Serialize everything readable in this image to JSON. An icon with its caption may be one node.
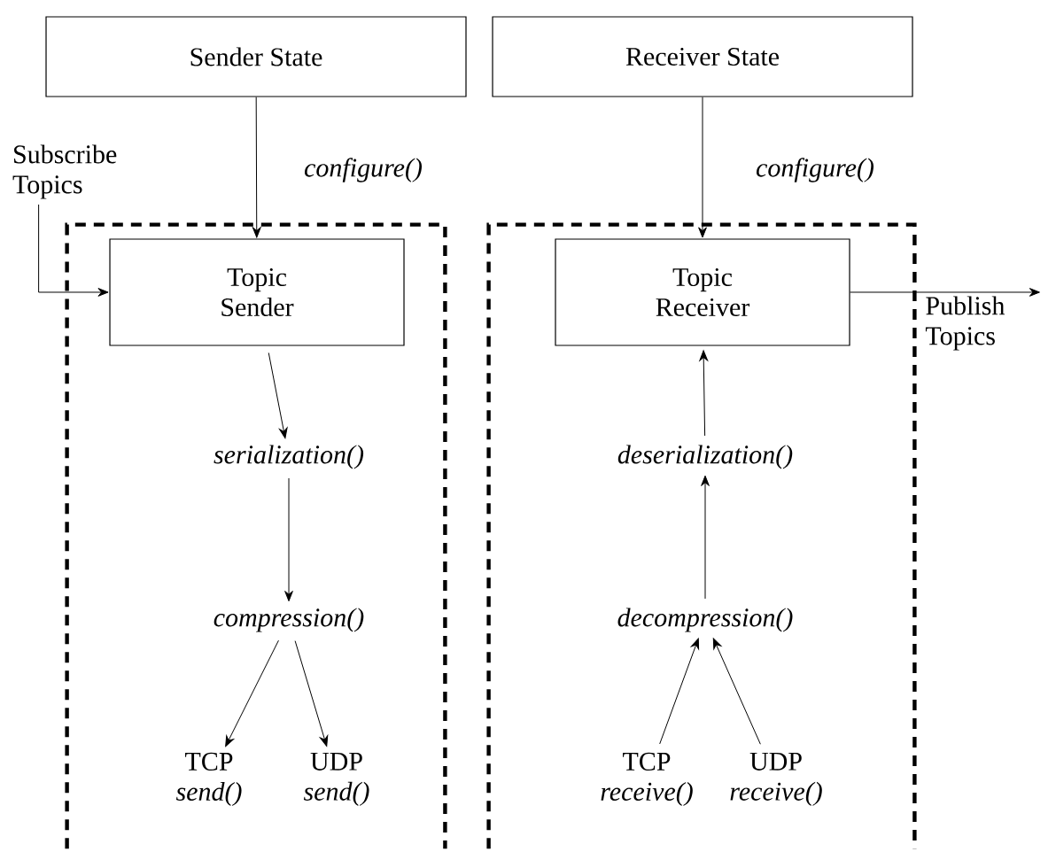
{
  "diagram": {
    "nodes": [
      {
        "text": [
          "Sender State"
        ]
      },
      {
        "text": [
          "Receiver State"
        ]
      },
      {
        "text": [],
        "shape": "box"
      },
      {
        "text": [],
        "shape": "box"
      },
      {
        "text": [
          "Subscribe Topics"
        ]
      },
      {
        "text": [
          "Topic Sender"
        ],
        "in": 2
      },
      {
        "text": [
          "serialization()"
        ],
        "in": 2
      },
      {
        "text": [
          "compression()"
        ],
        "in": 2
      },
      {
        "text": [
          "TCP",
          "send()"
        ],
        "in": 2
      },
      {
        "text": [
          "UDP",
          "send()"
        ],
        "in": 2
      },
      {
        "text": [
          "Topic Receiver"
        ],
        "in": 3
      },
      {
        "text": [
          "deserialization()"
        ],
        "in": 3
      },
      {
        "text": [
          "decompression()"
        ],
        "in": 3
      },
      {
        "text": [
          "TCP",
          "receive()"
        ],
        "in": 3
      },
      {
        "text": [
          "UDP",
          "receive()"
        ],
        "in": 3
      },
      {
        "text": [
          "Publish Topics"
        ]
      }
    ],
    "edges": [
      {
        "from": 0,
        "to": 5,
        "arrow": "to",
        "label": "configure()"
      },
      {
        "from": 1,
        "to": 10,
        "arrow": "to",
        "label": "configure()"
      },
      {
        "from": 4,
        "to": 5,
        "arrow": "to"
      },
      {
        "from": 5,
        "to": 6,
        "arrow": "to"
      },
      {
        "from": 6,
        "to": 7,
        "arrow": "to"
      },
      {
        "from": 7,
        "to": 8,
        "arrow": "to"
      },
      {
        "from": 7,
        "to": 9,
        "arrow": "to"
      },
      {
        "from": 13,
        "to": 12,
        "arrow": "to"
      },
      {
        "from": 14,
        "to": 12,
        "arrow": "to"
      },
      {
        "from": 12,
        "to": 11,
        "arrow": "to"
      },
      {
        "from": 11,
        "to": 10,
        "arrow": "to"
      },
      {
        "from": 10,
        "to": 15,
        "arrow": "to"
      }
    ]
  }
}
